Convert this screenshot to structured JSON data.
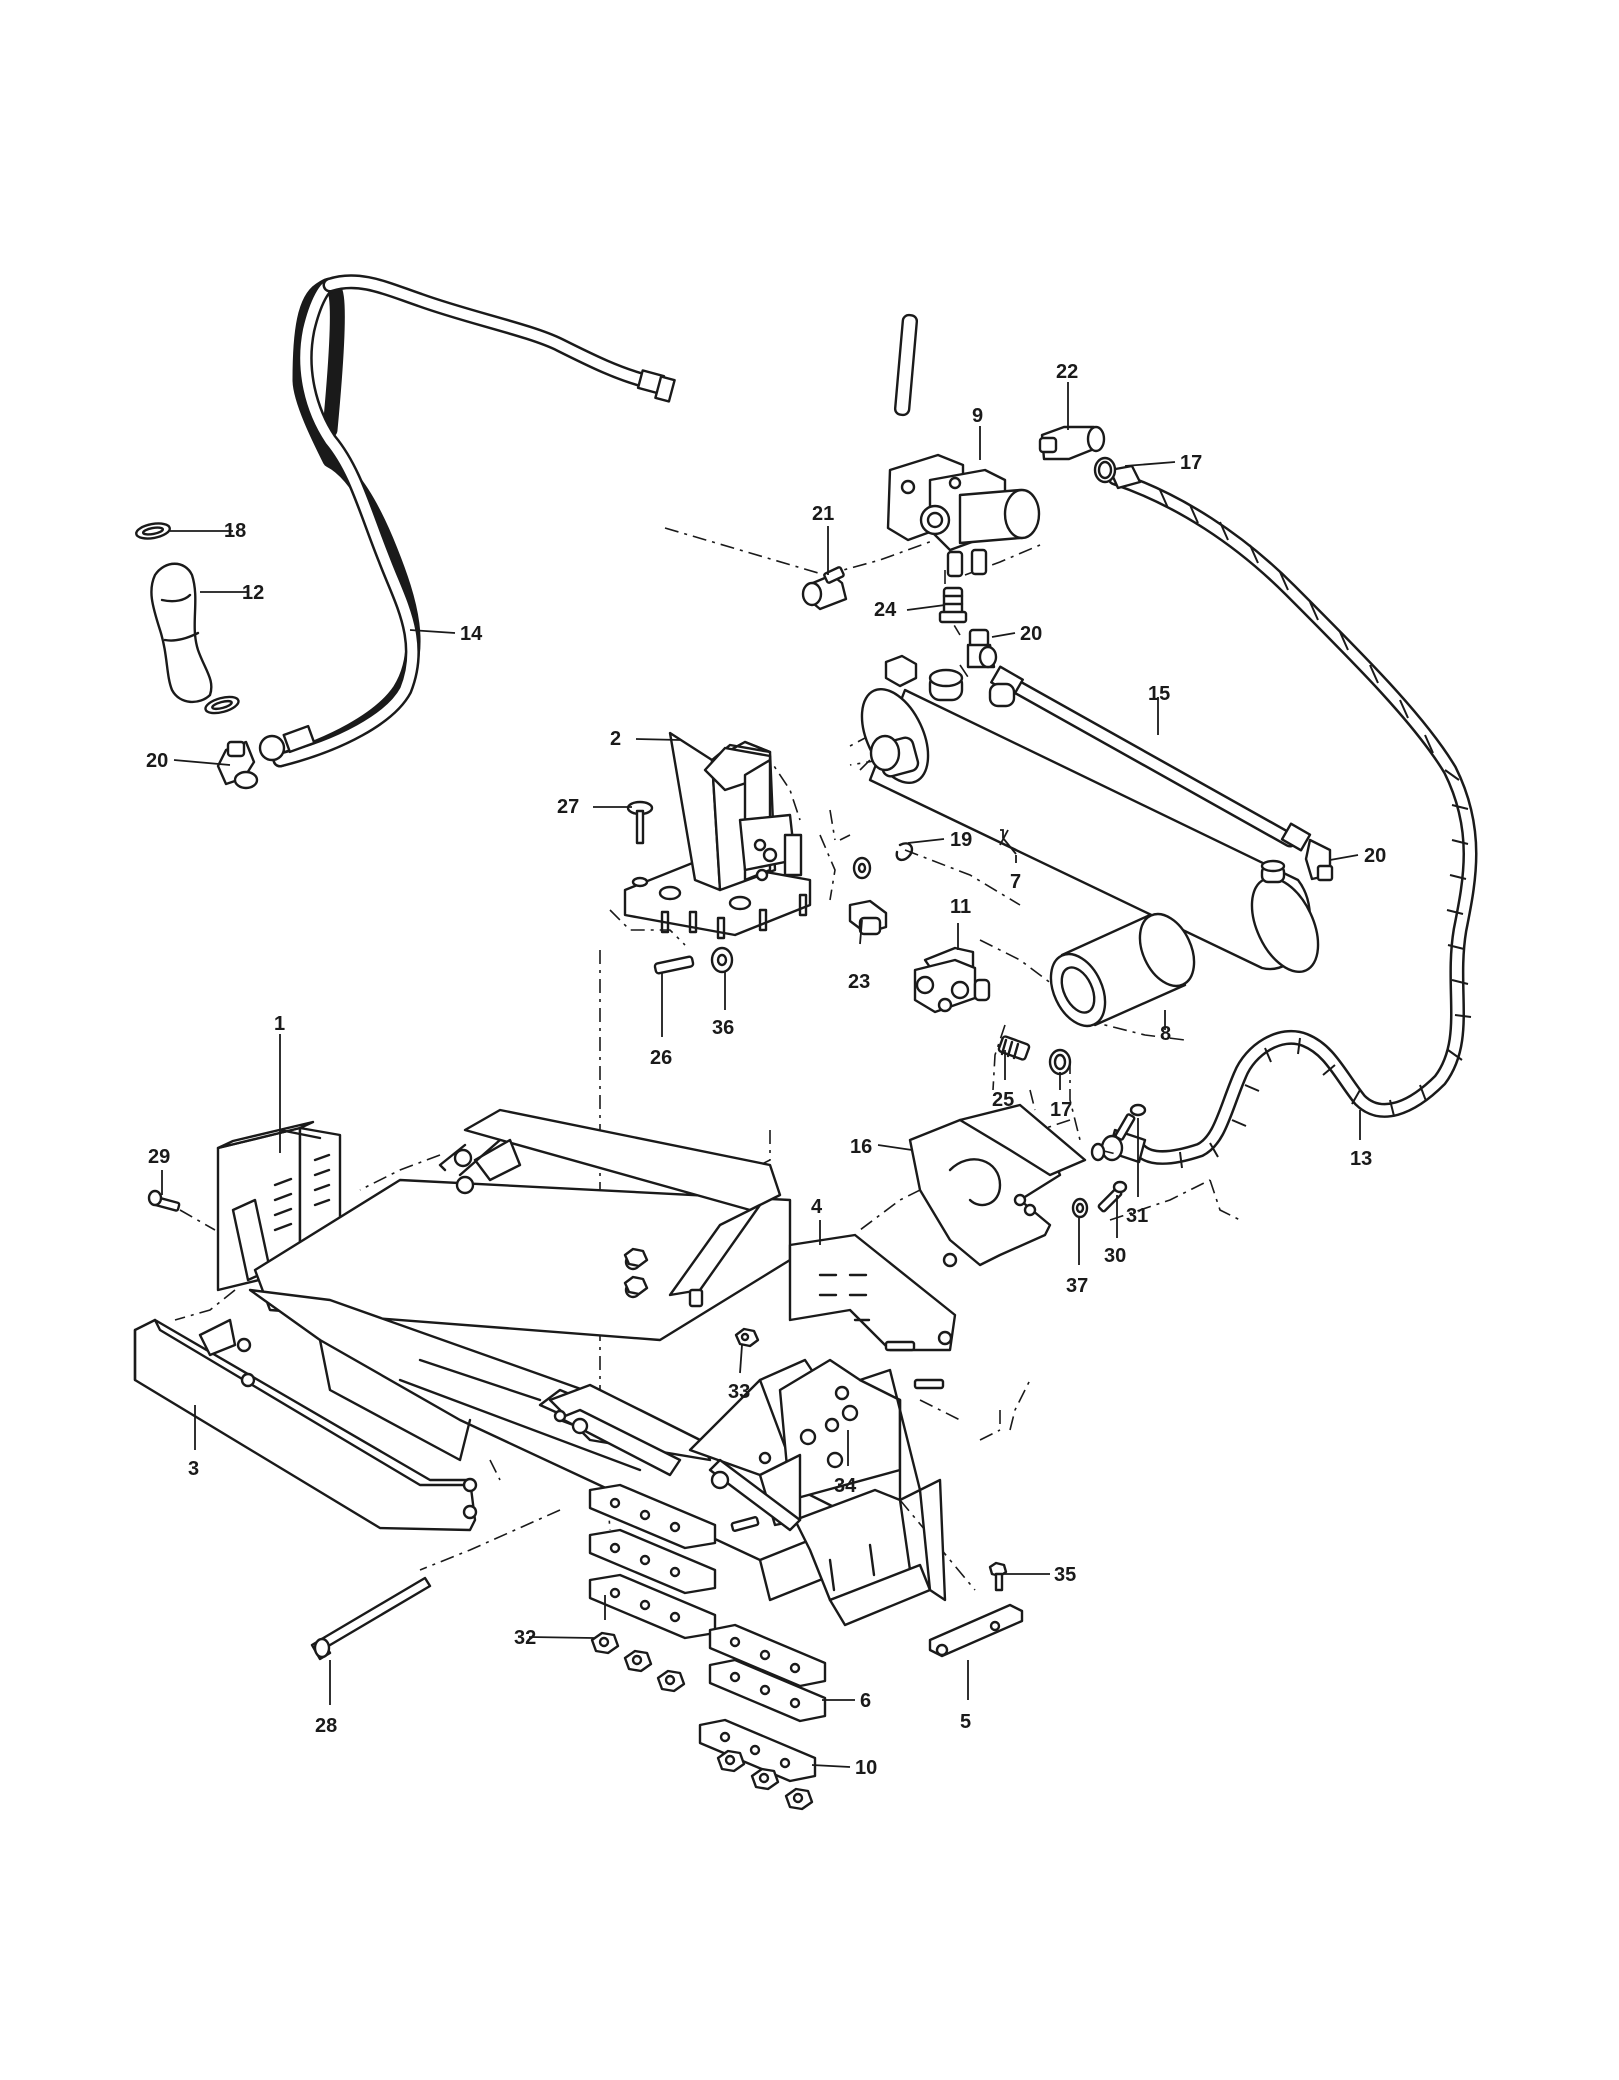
{
  "callouts": {
    "c1": "1",
    "c2": "2",
    "c3": "3",
    "c4": "4",
    "c5": "5",
    "c6": "6",
    "c7": "7",
    "c8": "8",
    "c9": "9",
    "c10": "10",
    "c11": "11",
    "c12": "12",
    "c13": "13",
    "c14": "14",
    "c15": "15",
    "c16": "16",
    "c17a": "17",
    "c17b": "17",
    "c18": "18",
    "c19": "19",
    "c20a": "20",
    "c20b": "20",
    "c20c": "20",
    "c21": "21",
    "c22": "22",
    "c23": "23",
    "c24": "24",
    "c25": "25",
    "c26": "26",
    "c27": "27",
    "c28": "28",
    "c29": "29",
    "c30": "30",
    "c31": "31",
    "c32": "32",
    "c33": "33",
    "c34": "34",
    "c35": "35",
    "c36": "36",
    "c37": "37"
  }
}
